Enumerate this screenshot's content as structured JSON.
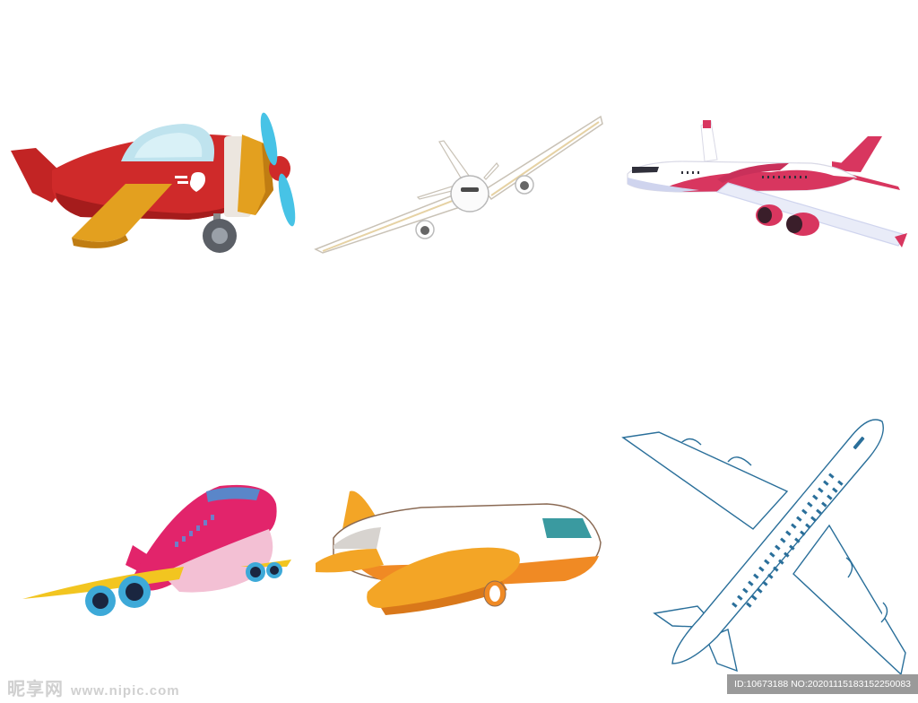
{
  "watermark": {
    "brand": "昵享网",
    "site": "www.nipic.com",
    "id_text": "ID:10673188 NO:20201115183152250083"
  },
  "colors": {
    "background": "#ffffff",
    "propeller_red": "#cf2a2a",
    "propeller_yellow": "#e3a01f",
    "airliner_pink": "#d8365f",
    "cartoon_magenta": "#e2246b",
    "orange_plane": "#f08a24",
    "outline_blue": "#2a6f9a"
  },
  "illustrations": [
    {
      "name": "red-propeller-plane"
    },
    {
      "name": "white-airliner-front-view"
    },
    {
      "name": "pink-white-airliner"
    },
    {
      "name": "pink-cartoon-jet"
    },
    {
      "name": "orange-cartoon-plane"
    },
    {
      "name": "outline-airliner-top-view"
    }
  ]
}
